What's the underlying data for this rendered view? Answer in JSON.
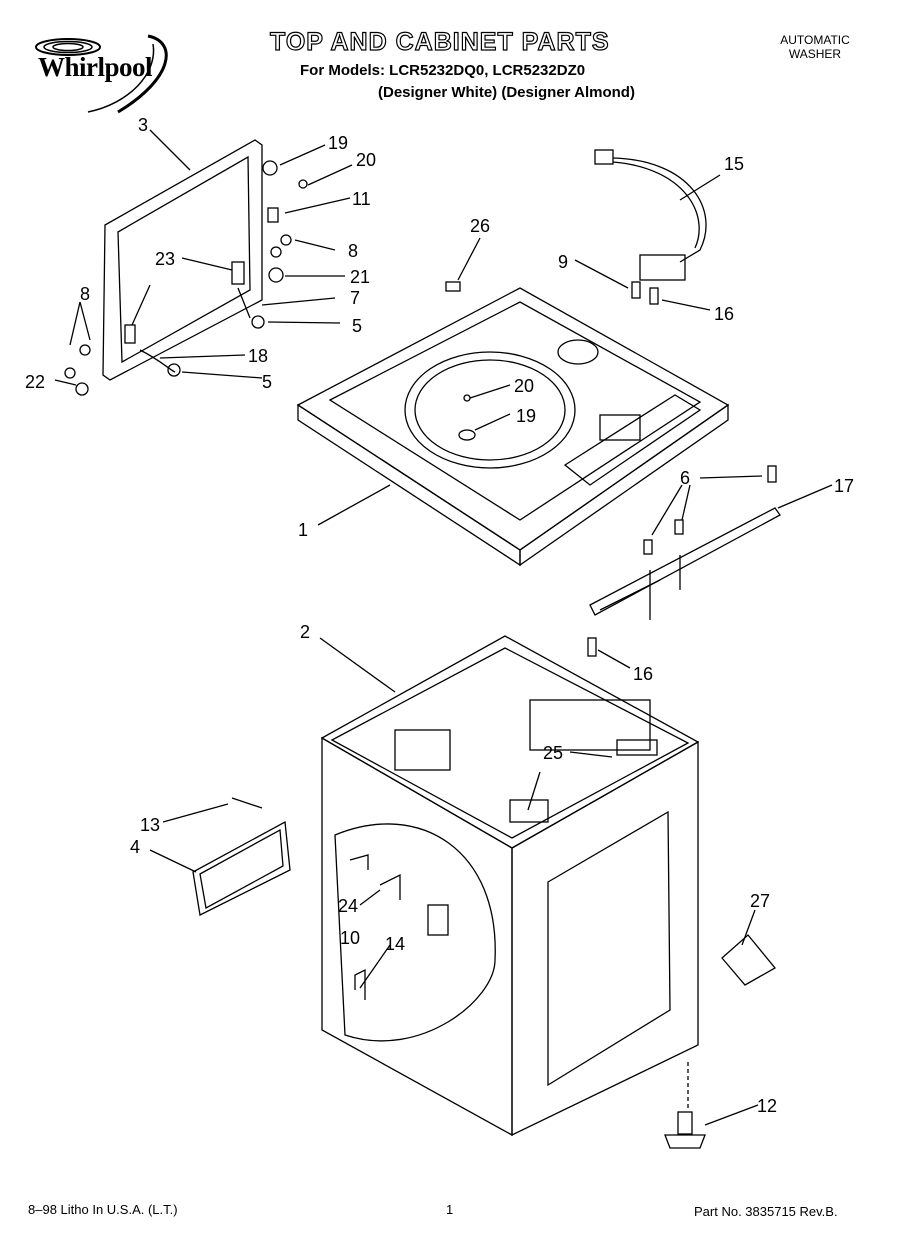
{
  "header": {
    "brand": "Whirlpool",
    "title": "TOP AND CABINET PARTS",
    "models_line": "For Models: LCR5232DQ0, LCR5232DZ0",
    "designer_line": "(Designer White)  (Designer Almond)",
    "product_type": [
      "AUTOMATIC",
      "WASHER"
    ]
  },
  "callouts": [
    "1",
    "2",
    "3",
    "4",
    "5",
    "5",
    "6",
    "7",
    "8",
    "8",
    "9",
    "10",
    "11",
    "12",
    "13",
    "14",
    "15",
    "16",
    "16",
    "17",
    "18",
    "19",
    "19",
    "20",
    "20",
    "21",
    "22",
    "23",
    "24",
    "25",
    "26",
    "27"
  ],
  "footer": {
    "litho": "8–98 Litho In U.S.A. (L.T.)",
    "page": "1",
    "part_no": "Part No. 3835715 Rev.B."
  }
}
